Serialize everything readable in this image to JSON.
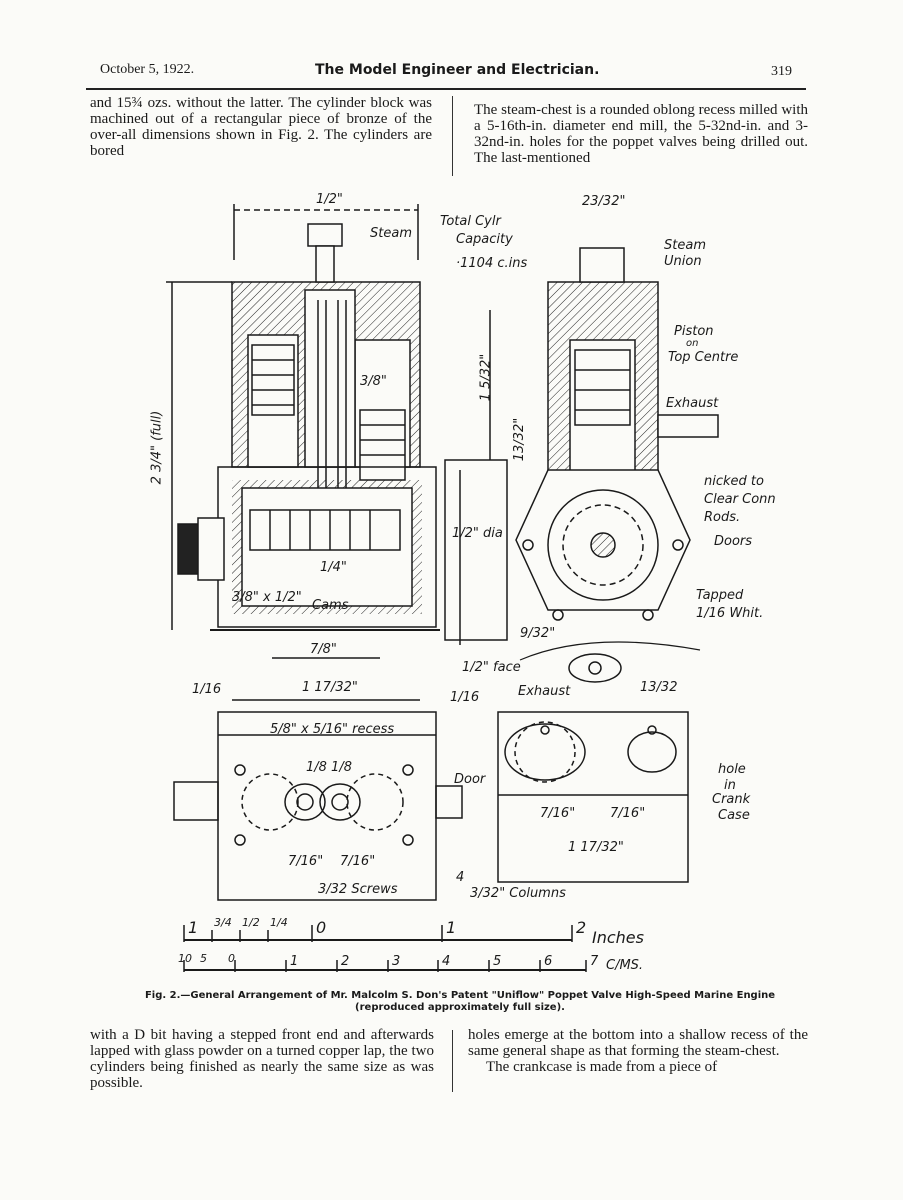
{
  "header": {
    "date": "October 5, 1922.",
    "journal": "The Model Engineer and Electrician.",
    "page_number": "319"
  },
  "text": {
    "top_left": "and 15¾ ozs. without the latter. The cylinder block was machined out of a rectangular piece of bronze of the over-all dimensions shown in Fig. 2. The cylinders are bored",
    "top_right": "The steam-chest is a rounded oblong recess milled with a 5-16th-in. diameter end mill, the 5-32nd-in. and 3-32nd-in. holes for the poppet valves being drilled out. The last-mentioned",
    "bottom_left": "with a D bit having a stepped front end and afterwards lapped with glass powder on a turned copper lap, the two cylinders being finished as nearly the same size as was possible.",
    "bottom_right_1": "holes emerge at the bottom into a shallow recess of the same general shape as that forming the steam-chest.",
    "bottom_right_2": "The crankcase is made from a piece of"
  },
  "figure": {
    "labels": {
      "top_width": "1/2\"",
      "steam": "Steam",
      "total_cyl": "Total Cylr",
      "capacity": "Capacity",
      "cins": "·1104 c.ins",
      "top_right_dim": "23/32\"",
      "steam_union_1": "Steam",
      "steam_union_2": "Union",
      "piston_1": "Piston",
      "piston_2": "on",
      "piston_3": "Top Centre",
      "exhaust_right": "Exhaust",
      "nicked_1": "nicked to",
      "nicked_2": "Clear Conn",
      "nicked_3": "Rods.",
      "doors": "Doors",
      "tapped_1": "Tapped",
      "tapped_2": "1/16 Whit.",
      "height_full": "2 3/4\" (full)",
      "stroke_3_8": "3/8\"",
      "dim_15_32": "1 5/32\"",
      "dim_13_32": "13/32\"",
      "dia": "1/2\" dia",
      "quarter": "1/4\"",
      "size_3_8_x_half": "3/8\" x 1/2\"",
      "cams": "Cams",
      "seven_eighths": "7/8\"",
      "dim_9_32": "9/32\"",
      "face_half": "1/2\" face",
      "sixteenth_left": "1/16",
      "dim_1_17_32": "1 17/32\"",
      "sixteenth_right": "1/16",
      "exhaust_bottom": "Exhaust",
      "dim_13_32_small": "13/32",
      "recess": "5/8\" x 5/16\" recess",
      "sixteenth_pair": "1/8 1/8",
      "door": "Door",
      "hole_1": "hole",
      "hole_2": "in",
      "hole_3": "Crank",
      "hole_4": "Case",
      "dim_7_16_a": "7/16\"",
      "dim_7_16_b": "7/16\"",
      "dim_1_17_32_b": "1 17/32\"",
      "screws_7_16_a": "7/16\"",
      "screws_7_16_b": "7/16\"",
      "screws": "3/32 Screws",
      "columns_4": "4",
      "columns": "3/32\" Columns",
      "scale_in_labels": [
        "1",
        "3/4",
        "1/2",
        "1/4",
        "0",
        "1",
        "2"
      ],
      "inches": "Inches",
      "scale_cm_labels": [
        "10",
        "5",
        "0",
        "1",
        "2",
        "3",
        "4",
        "5",
        "6",
        "7"
      ],
      "cms": "C/MS."
    }
  },
  "caption": {
    "line1": "Fig. 2.—General Arrangement of Mr. Malcolm S. Don's Patent \"Uniflow\" Poppet Valve High-Speed Marine Engine",
    "line2": "(reproduced approximately full size)."
  }
}
